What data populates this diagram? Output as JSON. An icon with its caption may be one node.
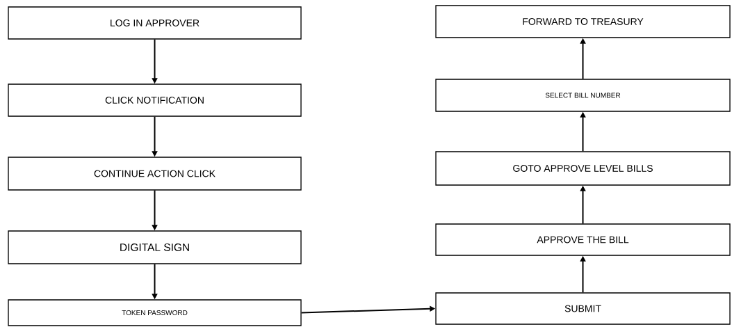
{
  "diagram": {
    "nodes": [
      {
        "text": [
          "LOG IN APPROVER"
        ]
      },
      {
        "text": [
          "CLICK NOTIFICATION"
        ]
      },
      {
        "text": [
          "CONTINUE ACTION CLICK"
        ]
      },
      {
        "text": [
          "DIGITAL SIGN"
        ]
      },
      {
        "text": [
          "TOKEN PASSWORD"
        ]
      },
      {
        "text": [
          "FORWARD TO TREASURY"
        ]
      },
      {
        "text": [
          "SELECT BILL NUMBER"
        ]
      },
      {
        "text": [
          "GOTO APPROVE LEVEL BILLS"
        ]
      },
      {
        "text": [
          "APPROVE THE BILL"
        ]
      },
      {
        "text": [
          "SUBMIT"
        ]
      }
    ],
    "edges": [
      {
        "from": 0,
        "to": 1,
        "arrow": "to"
      },
      {
        "from": 1,
        "to": 2,
        "arrow": "to"
      },
      {
        "from": 2,
        "to": 3,
        "arrow": "to"
      },
      {
        "from": 3,
        "to": 4,
        "arrow": "to"
      },
      {
        "from": 4,
        "to": 9,
        "arrow": "to"
      },
      {
        "from": 9,
        "to": 8,
        "arrow": "to"
      },
      {
        "from": 8,
        "to": 7,
        "arrow": "to"
      },
      {
        "from": 7,
        "to": 6,
        "arrow": "to"
      },
      {
        "from": 6,
        "to": 5,
        "arrow": "to"
      }
    ]
  }
}
